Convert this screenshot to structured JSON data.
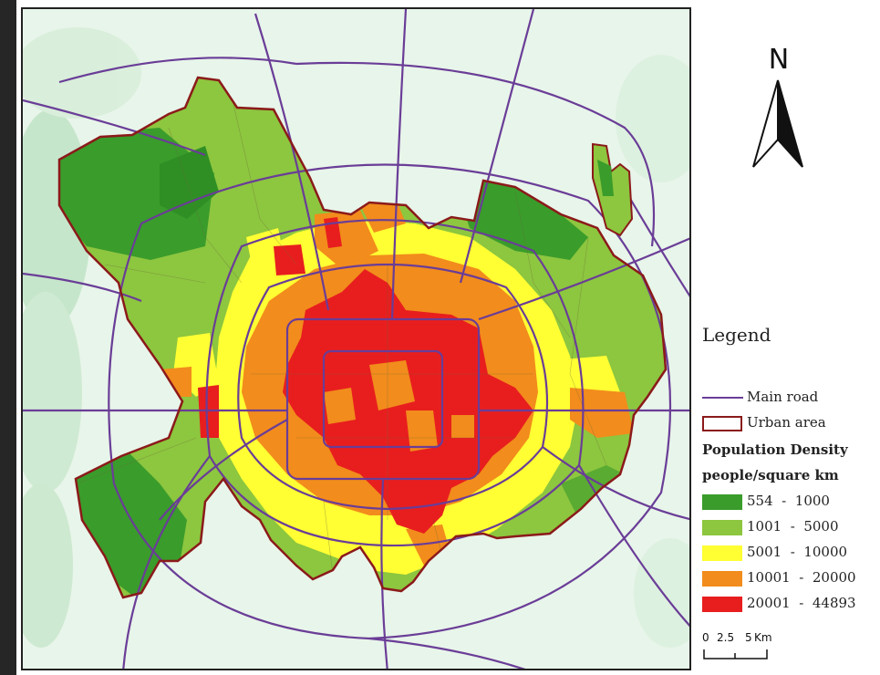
{
  "compass": {
    "letter": "N",
    "icon": "north-arrow-icon"
  },
  "legend": {
    "title": "Legend",
    "main_road": "Main road",
    "urban_area": "Urban area",
    "density_title": "Population Density",
    "density_unit": "people/square km",
    "classes": [
      {
        "label": "554  -  1000",
        "color": "#3a9c2b"
      },
      {
        "label": "1001  -  5000",
        "color": "#8dc63f"
      },
      {
        "label": "5001  -  10000",
        "color": "#ffff33"
      },
      {
        "label": "10001  -  20000",
        "color": "#f28c1c"
      },
      {
        "label": "20001  -  44893",
        "color": "#e81e1e"
      }
    ],
    "road_color": "#6a3d97",
    "urban_outline_color": "#8b1a1a"
  },
  "scale": {
    "ticks": [
      "0",
      "2.5",
      "5"
    ],
    "unit": "Km"
  }
}
